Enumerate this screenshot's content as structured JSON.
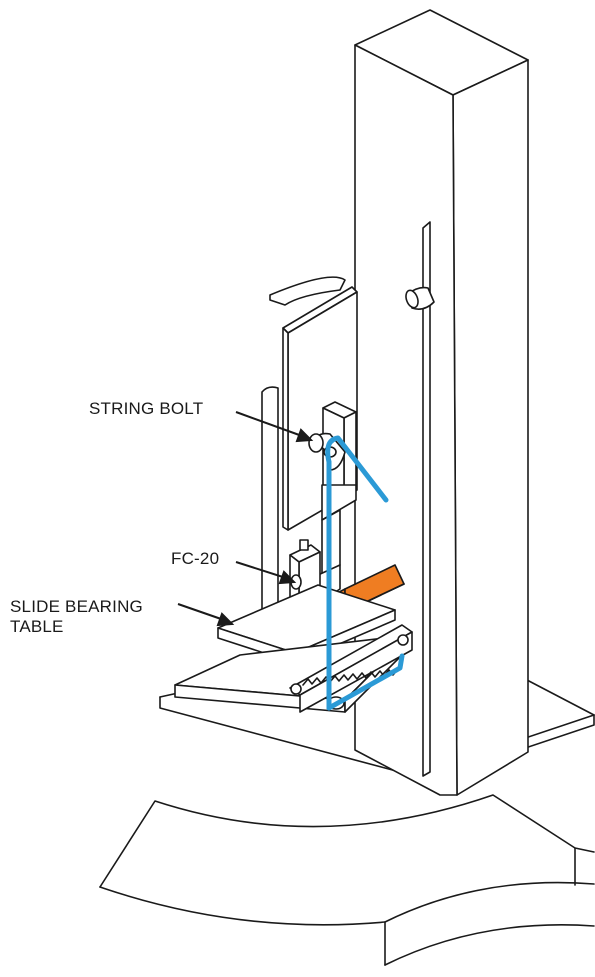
{
  "labels": {
    "string_bolt": "STRING BOLT",
    "fc20": "FC-20",
    "slide_bearing_line1": "SLIDE BEARING",
    "slide_bearing_line2": "TABLE"
  },
  "colors": {
    "line": "#1a1a1a",
    "string": "#2b9ad6",
    "sensor_band": "#ef7d22",
    "fill": "#ffffff"
  }
}
